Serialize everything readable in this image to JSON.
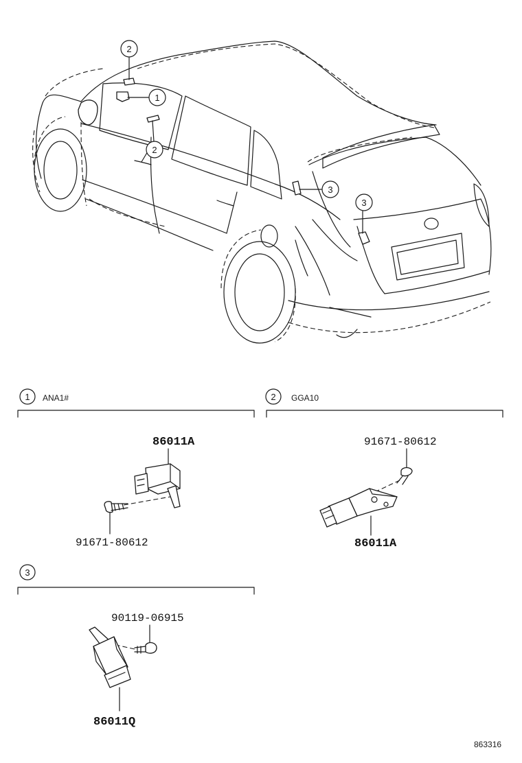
{
  "callouts": {
    "car_top_2": "2",
    "car_mid_1": "1",
    "car_mid_2": "2",
    "car_rear_3a": "3",
    "car_rear_3b": "3"
  },
  "sections": [
    {
      "number": "1",
      "code": "ANA1#",
      "parts": {
        "assembly": "86011A",
        "bolt": "91671-80612"
      }
    },
    {
      "number": "2",
      "code": "GGA10",
      "parts": {
        "bolt": "91671-80612",
        "assembly": "86011A"
      }
    },
    {
      "number": "3",
      "code": "",
      "parts": {
        "bolt": "90119-06915",
        "assembly": "86011Q"
      }
    }
  ],
  "diagram_ref": "863316"
}
